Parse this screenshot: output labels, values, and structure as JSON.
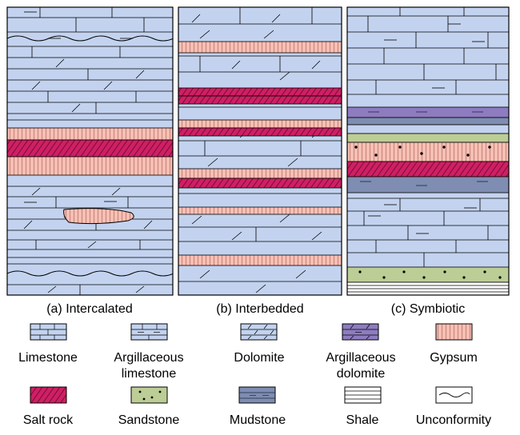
{
  "columns": [
    {
      "id": "a",
      "caption": "(a) Intercalated"
    },
    {
      "id": "b",
      "caption": "(b) Interbedded"
    },
    {
      "id": "c",
      "caption": "(c) Symbiotic"
    }
  ],
  "legend": [
    {
      "id": "limestone",
      "lines": [
        "Limestone"
      ]
    },
    {
      "id": "argillaceous-limestone",
      "lines": [
        "Argillaceous",
        "limestone"
      ]
    },
    {
      "id": "dolomite",
      "lines": [
        "Dolomite"
      ]
    },
    {
      "id": "argillaceous-dolomite",
      "lines": [
        "Argillaceous",
        "dolomite"
      ]
    },
    {
      "id": "gypsum",
      "lines": [
        "Gypsum"
      ]
    },
    {
      "id": "salt-rock",
      "lines": [
        "Salt rock"
      ]
    },
    {
      "id": "sandstone",
      "lines": [
        "Sandstone"
      ]
    },
    {
      "id": "mudstone",
      "lines": [
        "Mudstone"
      ]
    },
    {
      "id": "shale",
      "lines": [
        "Shale"
      ]
    },
    {
      "id": "unconformity",
      "lines": [
        "Unconformity"
      ]
    }
  ],
  "colors": {
    "carbonate": "#c3d3ef",
    "gypsum": "#f6bfb4",
    "salt": "#cf1f64",
    "sandstone": "#bccd96",
    "mudstone": "#7e8db1",
    "argillaceous_dolomite": "#8e7cc0",
    "shale": "#ffffff"
  }
}
